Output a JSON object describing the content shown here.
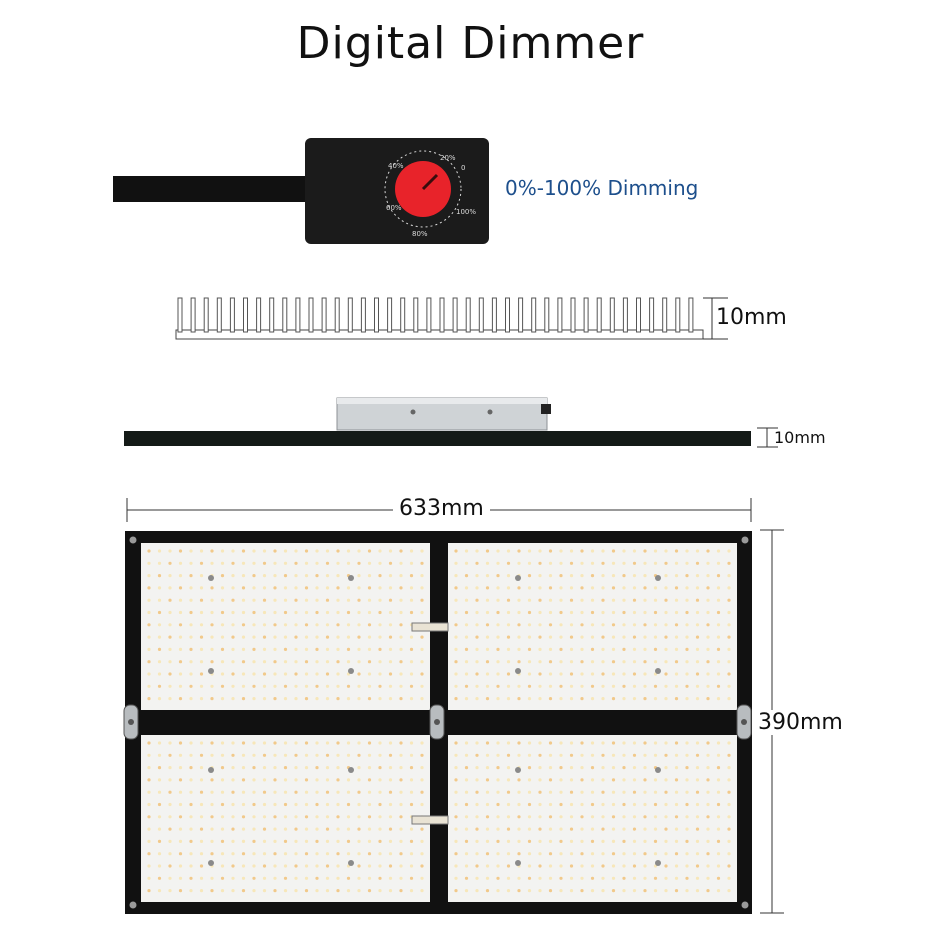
{
  "title": "Digital Dimmer",
  "dimmer": {
    "label": "0%-100% Dimming",
    "dial_marks": [
      "0",
      "20%",
      "40%",
      "60%",
      "80%",
      "100%"
    ]
  },
  "heatsink": {
    "label": "10mm"
  },
  "side_profile": {
    "label": "10mm"
  },
  "board": {
    "width_label": "633mm",
    "height_label": "390mm"
  },
  "colors": {
    "dial": "#e8232a",
    "frame": "#111111",
    "label_blue": "#1d4f8c"
  }
}
